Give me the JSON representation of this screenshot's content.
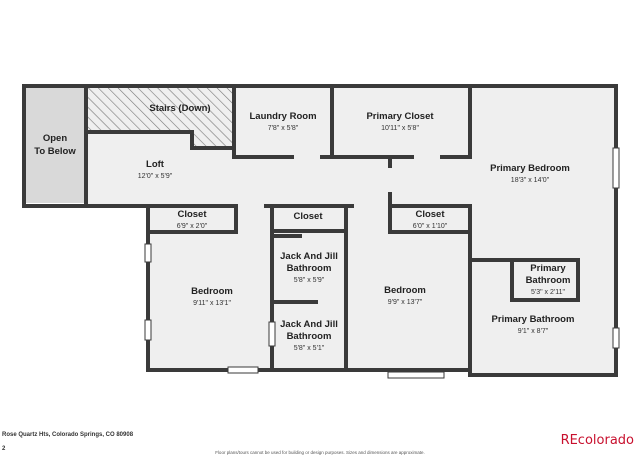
{
  "rooms": {
    "open_to_below": {
      "name_line1": "Open",
      "name_line2": "To Below"
    },
    "stairs": {
      "name": "Stairs (Down)"
    },
    "laundry": {
      "name": "Laundry Room",
      "dim": "7'8\" x 5'8\""
    },
    "primary_closet": {
      "name": "Primary Closet",
      "dim": "10'11\" x 5'8\""
    },
    "primary_bedroom": {
      "name": "Primary Bedroom",
      "dim": "18'3\" x 14'0\""
    },
    "loft": {
      "name": "Loft",
      "dim": "12'0\" x 5'9\""
    },
    "closet_left": {
      "name": "Closet",
      "dim": "6'9\" x 2'0\""
    },
    "closet_mid": {
      "name": "Closet"
    },
    "closet_right": {
      "name": "Closet",
      "dim": "6'0\" x 1'10\""
    },
    "jj_bath_1": {
      "name_line1": "Jack And Jill",
      "name_line2": "Bathroom",
      "dim": "5'8\" x 5'9\""
    },
    "jj_bath_2": {
      "name_line1": "Jack And Jill",
      "name_line2": "Bathroom",
      "dim": "5'8\" x 5'1\""
    },
    "bedroom_left": {
      "name": "Bedroom",
      "dim": "9'11\" x 13'1\""
    },
    "bedroom_mid": {
      "name": "Bedroom",
      "dim": "9'9\" x 13'7\""
    },
    "primary_bath_small": {
      "name_line1": "Primary",
      "name_line2": "Bathroom",
      "dim": "5'3\" x 2'11\""
    },
    "primary_bathroom": {
      "name": "Primary Bathroom",
      "dim": "9'1\" x 8'7\""
    }
  },
  "footer": {
    "address": "Rose Quartz Hts, Colorado Springs, CO 80908",
    "floor": "2",
    "disclaimer": "Floor plans/tours cannot be used for building or design purposes. Sizes and dimensions are approximate.",
    "logo": "REcolorado"
  },
  "colors": {
    "wall": "#3a3a3a",
    "floor": "#efefef",
    "open_area": "#d9d9d9",
    "logo": "#c8102e"
  }
}
